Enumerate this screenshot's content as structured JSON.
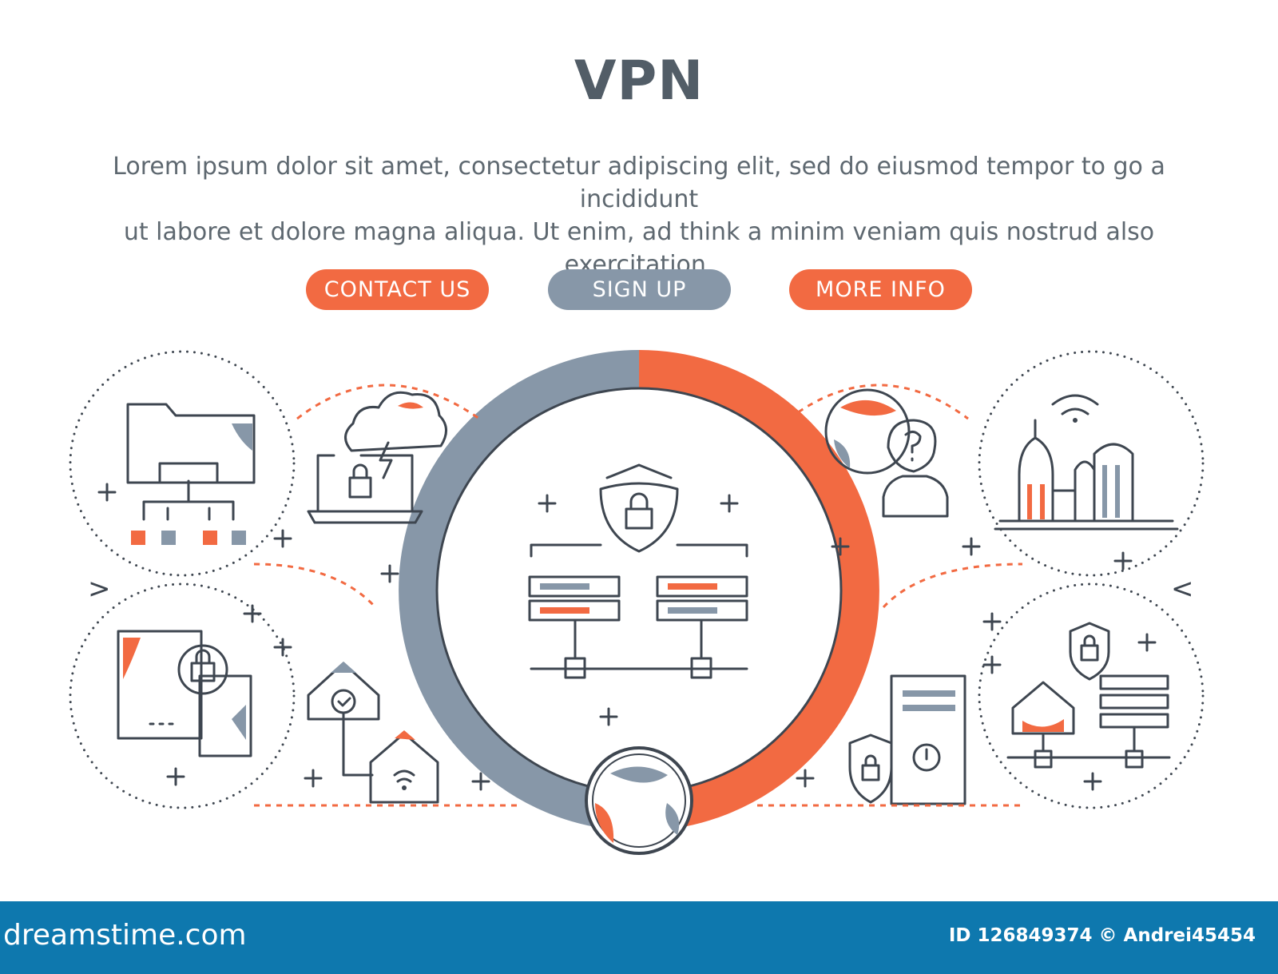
{
  "header": {
    "title": "VPN",
    "description_line1": "Lorem ipsum dolor sit amet, consectetur adipiscing elit, sed do eiusmod tempor to go a incididunt",
    "description_line2": "ut labore et dolore magna aliqua. Ut enim, ad think a minim veniam quis nostrud also exercitation."
  },
  "buttons": {
    "contact": "CONTACT US",
    "signup": "SIGN UP",
    "more_info": "MORE INFO"
  },
  "nav": {
    "prev": ">",
    "next": "<"
  },
  "colors": {
    "accent_orange": "#f26a42",
    "accent_gray": "#8797a8",
    "line_dark": "#3e4650",
    "footer_blue": "#0e78ae"
  },
  "icons": [
    "folder-network-icon",
    "cloud-laptop-lock-icon",
    "server-shield-icon",
    "anonymous-user-globe-icon",
    "city-wifi-icon",
    "devices-sync-lock-icon",
    "smart-home-icon",
    "globe-icon",
    "pc-power-shield-icon",
    "home-server-shield-icon"
  ],
  "footer": {
    "brand": "dreamstime.com",
    "credit": "ID 126849374 © Andrei45454"
  }
}
